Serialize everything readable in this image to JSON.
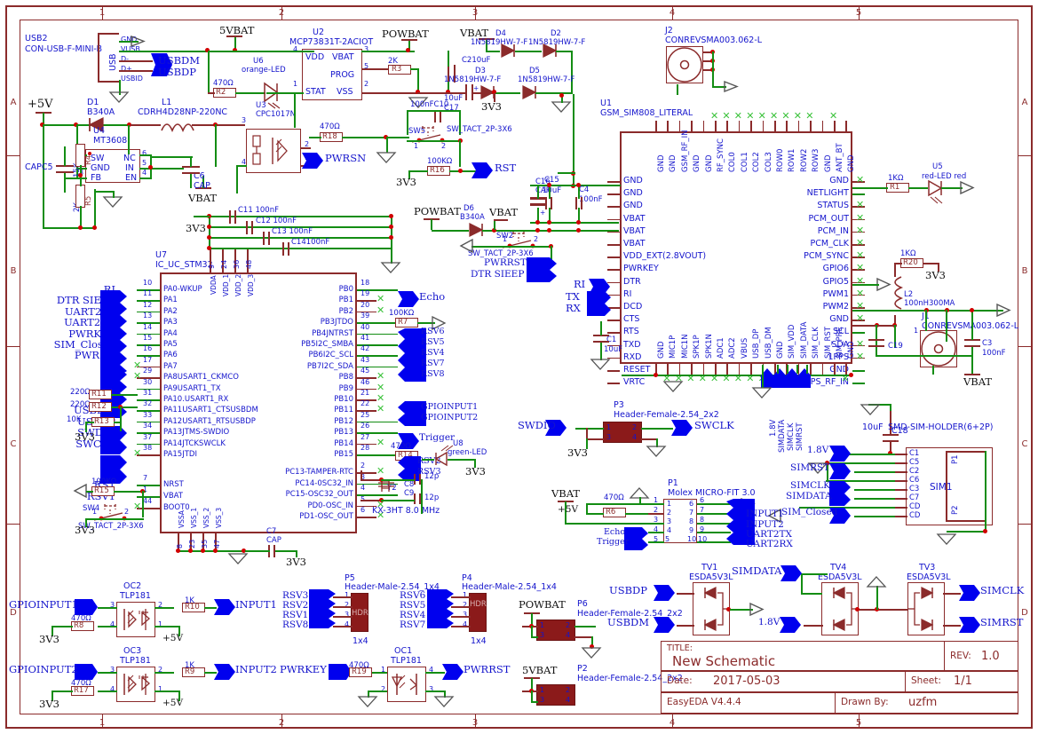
{
  "sheet": {
    "app": "EasyEDA V4.4.4",
    "title_label": "TITLE:",
    "title": "New Schematic",
    "rev_label": "REV:",
    "rev": "1.0",
    "date_label": "Date:",
    "date": "2017-05-03",
    "sheet_label": "Sheet:",
    "sheet_no": "1/1",
    "drawn_label": "Drawn By:",
    "drawn_by": "uzfm",
    "columns": [
      "1",
      "2",
      "3",
      "4",
      "5"
    ],
    "rows": [
      "A",
      "B",
      "C",
      "D"
    ]
  },
  "colors": {
    "wire_net": "#138D13",
    "wire_pin": "#8B2B2B",
    "text_blue": "#1414CC",
    "text_red": "#8B2B2B",
    "flag_blue": "#0000EE",
    "junction": "#D00000",
    "nc_green": "#3BC23B"
  },
  "power_labels": [
    {
      "name": "+5V",
      "id": "p5v-a"
    },
    {
      "name": "5VBAT",
      "id": "p5vbat-top"
    },
    {
      "name": "POWBAT",
      "id": "powbat-top"
    },
    {
      "name": "VBAT",
      "id": "vbat-d4"
    },
    {
      "name": "3V3",
      "id": "3v3-d3"
    },
    {
      "name": "VBAT",
      "id": "vbat-c6"
    },
    {
      "name": "3V3",
      "id": "3v3-c11"
    },
    {
      "name": "3V3",
      "id": "3v3-r16"
    },
    {
      "name": "POWBAT",
      "id": "powbat-d6"
    },
    {
      "name": "VBAT",
      "id": "vbat-sw2"
    },
    {
      "name": "3V3",
      "id": "3v3-r13"
    },
    {
      "name": "3V3",
      "id": "3v3-sw4"
    },
    {
      "name": "3V3",
      "id": "3v3-c7"
    },
    {
      "name": "3V3",
      "id": "3v3-u8"
    },
    {
      "name": "3V3",
      "id": "3v3-p3"
    },
    {
      "name": "3V3",
      "id": "3v3-r20"
    },
    {
      "name": "VBAT",
      "id": "vbat-j1"
    },
    {
      "name": "VBAT",
      "id": "vbat-p1"
    },
    {
      "name": "+5V",
      "id": "p5v-p1"
    },
    {
      "name": "1.8V",
      "id": "v18-sim"
    },
    {
      "name": "VBAT",
      "id": "vbat-sim"
    },
    {
      "name": "3V3",
      "id": "3v3-oc2"
    },
    {
      "name": "+5V",
      "id": "p5v-oc2"
    },
    {
      "name": "3V3",
      "id": "3v3-oc3"
    },
    {
      "name": "+5V",
      "id": "p5v-oc3"
    },
    {
      "name": "POWBAT",
      "id": "powbat-p6"
    },
    {
      "name": "5VBAT",
      "id": "5vbat-p2"
    },
    {
      "name": "1.8V",
      "id": "v18-tv4"
    },
    {
      "name": "1.8V",
      "id": "v18-tv3"
    }
  ],
  "components": {
    "USB2": {
      "ref": "USB2",
      "value": "CON-USB-F-MINI-B",
      "pins": [
        "GND",
        "VUSB",
        "D-",
        "D+",
        "USBID"
      ],
      "body": "USB"
    },
    "U2": {
      "ref": "U2",
      "value": "MCP73831T-2ACIOT",
      "pins_left": [
        "VDD",
        "STAT"
      ],
      "pins_right": [
        "VBAT",
        "PROG",
        "VSS"
      ],
      "nums_left": [
        "4",
        "1"
      ],
      "nums_right": [
        "3",
        "5",
        "2"
      ]
    },
    "U6": {
      "ref": "U6",
      "value": "orange-LED"
    },
    "U3": {
      "ref": "U3",
      "value": "CPC1017N",
      "pins": [
        "3",
        "4",
        "2",
        "1"
      ]
    },
    "U4": {
      "ref": "U4",
      "value": "MT3608",
      "pins_left": [
        "SW",
        "GND",
        "FB"
      ],
      "pins_right": [
        "NC",
        "IN",
        "EN"
      ],
      "nums_left": [
        "1",
        "2",
        "3"
      ],
      "nums_right": [
        "6",
        "5",
        "4"
      ]
    },
    "U5": {
      "ref": "U5",
      "value": "red-LED red"
    },
    "U7": {
      "ref": "U7",
      "value": "IC_UC_STM32"
    },
    "U8": {
      "ref": "U8",
      "value": "green-LED"
    },
    "U1": {
      "ref": "U1",
      "value": "GSM_SIM808_LITERAL"
    },
    "D1": {
      "ref": "D1",
      "value": "B340A"
    },
    "D2": {
      "ref": "D2",
      "value": "1N5819HW-7-F"
    },
    "D3": {
      "ref": "D3",
      "value": "1N5819HW-7-F"
    },
    "D4": {
      "ref": "D4",
      "value": "1N5819HW-7-F"
    },
    "D5": {
      "ref": "D5",
      "value": "1N5819HW-7-F"
    },
    "D6": {
      "ref": "D6",
      "value": "B340A"
    },
    "L1": {
      "ref": "L1",
      "value": "CDRH4D28NP-220NC"
    },
    "L2": {
      "ref": "L2",
      "value": "100nH300MA"
    },
    "Y2": {
      "ref": "Y2",
      "value": "KX-3HT 8.0 MHz"
    },
    "J1": {
      "ref": "J1",
      "value": "CONREVSMA003.062-L"
    },
    "J2": {
      "ref": "J2",
      "value": "CONREVSMA003.062-L"
    },
    "P1": {
      "ref": "P1",
      "value": "Molex MICRO-FIT 3.0"
    },
    "P2": {
      "ref": "P2",
      "value": "Header-Female-2.54_2x2"
    },
    "P3": {
      "ref": "P3",
      "value": "Header-Female-2.54_2x2"
    },
    "P4": {
      "ref": "P4",
      "value": "Header-Male-2.54_1x4",
      "note": "1x4"
    },
    "P5": {
      "ref": "P5",
      "value": "Header-Male-2.54_1x4",
      "note": "1x4"
    },
    "P6": {
      "ref": "P6",
      "value": "Header-Female-2.54_2x2"
    },
    "SIM1": {
      "ref": "SIM1",
      "value": "SMD-SIM-HOLDER(6+2P)",
      "pins": [
        "C1",
        "C5",
        "C2",
        "C6",
        "C3",
        "C7",
        "CD",
        "CD"
      ],
      "tabs": [
        "P1",
        "P2"
      ]
    },
    "OC1": {
      "ref": "OC1",
      "value": "TLP181"
    },
    "OC2": {
      "ref": "OC2",
      "value": "TLP181"
    },
    "OC3": {
      "ref": "OC3",
      "value": "TLP181"
    },
    "TV1": {
      "ref": "TV1",
      "value": "ESDA5V3L"
    },
    "TV3": {
      "ref": "TV3",
      "value": "ESDA5V3L"
    },
    "TV4": {
      "ref": "TV4",
      "value": "ESDA5V3L"
    },
    "SW2": {
      "ref": "SW2",
      "value": "SW_TACT_2P-3X6"
    },
    "SW4": {
      "ref": "SW4",
      "value": "SW_TACT_2P-3X6"
    },
    "SW5": {
      "ref": "SW5",
      "value": "SW_TACT_2P-3X6"
    }
  },
  "resistors": [
    {
      "ref": "R1",
      "value": "1KΩ"
    },
    {
      "ref": "R2",
      "value": "470Ω"
    },
    {
      "ref": "R3",
      "value": "2K"
    },
    {
      "ref": "R4",
      "value": "15K"
    },
    {
      "ref": "R5",
      "value": "2K"
    },
    {
      "ref": "R6",
      "value": "470Ω"
    },
    {
      "ref": "R7",
      "value": "100KΩ"
    },
    {
      "ref": "R8",
      "value": "470Ω"
    },
    {
      "ref": "R9",
      "value": "1K"
    },
    {
      "ref": "R10",
      "value": "1K"
    },
    {
      "ref": "R11",
      "value": "220Ω"
    },
    {
      "ref": "R12",
      "value": "220Ω"
    },
    {
      "ref": "R13",
      "value": "10K"
    },
    {
      "ref": "R14",
      "value": "470Ω"
    },
    {
      "ref": "R15",
      "value": "100KΩ"
    },
    {
      "ref": "R16",
      "value": "100KΩ"
    },
    {
      "ref": "R17",
      "value": "470Ω"
    },
    {
      "ref": "R18",
      "value": "470Ω"
    },
    {
      "ref": "R19",
      "value": "470Ω"
    },
    {
      "ref": "R20",
      "value": "1KΩ"
    }
  ],
  "capacitors": [
    {
      "ref": "C1",
      "value": "10uF"
    },
    {
      "ref": "C2",
      "value": "10uF"
    },
    {
      "ref": "C3",
      "value": "100nF"
    },
    {
      "ref": "C4",
      "value": "100nF"
    },
    {
      "ref": "C5",
      "value": "CAP"
    },
    {
      "ref": "C6",
      "value": "CAP"
    },
    {
      "ref": "C7",
      "value": "CAP"
    },
    {
      "ref": "C8",
      "value": "12p"
    },
    {
      "ref": "C9",
      "value": "12p"
    },
    {
      "ref": "C10",
      "value": "100nF"
    },
    {
      "ref": "C11",
      "value": "100nF"
    },
    {
      "ref": "C12",
      "value": "100nF"
    },
    {
      "ref": "C13",
      "value": "100nF"
    },
    {
      "ref": "C14",
      "value": "100nF"
    },
    {
      "ref": "C15",
      "value": "10uF"
    },
    {
      "ref": "C16",
      "value": "CAP"
    },
    {
      "ref": "C17",
      "value": "10uF"
    },
    {
      "ref": "C18",
      "value": "10uF"
    },
    {
      "ref": "C19",
      "value": ""
    }
  ],
  "stm32": {
    "name": "U7",
    "value": "IC_UC_STM32",
    "top_pins": [
      {
        "name": "VDDA",
        "num": "9"
      },
      {
        "name": "VDD_1",
        "num": "24"
      },
      {
        "name": "VDD_2",
        "num": "36"
      },
      {
        "name": "VDD_3",
        "num": "48"
      }
    ],
    "bottom_pins": [
      {
        "name": "VSSA",
        "num": "8"
      },
      {
        "name": "VSS_1",
        "num": "23"
      },
      {
        "name": "VSS_2",
        "num": "35"
      },
      {
        "name": "VSS_3",
        "num": "47"
      }
    ],
    "left_pins": [
      {
        "name": "PA0-WKUP",
        "num": "10",
        "net": "RI"
      },
      {
        "name": "PA1",
        "num": "11",
        "net": "DTR SIEEP"
      },
      {
        "name": "PA2",
        "num": "12",
        "net": "UART2TX"
      },
      {
        "name": "PA3",
        "num": "13",
        "net": "UART2RX"
      },
      {
        "name": "PA4",
        "num": "14",
        "net": "PWRKEY"
      },
      {
        "name": "PA5",
        "num": "15",
        "net": "SIM_Closed"
      },
      {
        "name": "PA6",
        "num": "16",
        "net": "PWRSN"
      },
      {
        "name": "PA7",
        "num": "17",
        "net": ""
      },
      {
        "name": "PA8USART1_CKMCO",
        "num": "29",
        "net": ""
      },
      {
        "name": "PA9USART1_TX",
        "num": "30",
        "net": "RX"
      },
      {
        "name": "PA10.USART1_RX",
        "num": "31",
        "net": "TX"
      },
      {
        "name": "PA11USART1_CTSUSBDM",
        "num": "32",
        "net": "USBDM"
      },
      {
        "name": "PA12USART1_RTSUSBDP",
        "num": "33",
        "net": "USBDP"
      },
      {
        "name": "PA13JTMS-SWDIO",
        "num": "34",
        "net": "SWDIO"
      },
      {
        "name": "PA14JTCKSWCLK",
        "num": "37",
        "net": "SWCLK"
      },
      {
        "name": "PA15JTDI",
        "num": "38",
        "net": ""
      },
      {
        "name": "NRST",
        "num": "7",
        "net": "RST"
      },
      {
        "name": "VBAT",
        "num": "1",
        "net": "RSV1"
      },
      {
        "name": "BOOT0",
        "num": "44",
        "net": ""
      }
    ],
    "right_pins": [
      {
        "name": "PB0",
        "num": "18",
        "net": "Echo"
      },
      {
        "name": "PB1",
        "num": "19",
        "net": ""
      },
      {
        "name": "PB2",
        "num": "20",
        "net": ""
      },
      {
        "name": "PB3JTDO",
        "num": "39",
        "net": "RSV6"
      },
      {
        "name": "PB4JNTRST",
        "num": "40",
        "net": "RSV5"
      },
      {
        "name": "PB5I2C_SMBA",
        "num": "41",
        "net": "RSV4"
      },
      {
        "name": "PB6I2C_SCL",
        "num": "42",
        "net": "RSV7"
      },
      {
        "name": "PB7I2C_SDA",
        "num": "43",
        "net": "RSV8"
      },
      {
        "name": "PB8",
        "num": "45",
        "net": ""
      },
      {
        "name": "PB9",
        "num": "46",
        "net": ""
      },
      {
        "name": "PB10",
        "num": "21",
        "net": ""
      },
      {
        "name": "PB11",
        "num": "22",
        "net": ""
      },
      {
        "name": "PB12",
        "num": "25",
        "net": "GPIOINPUT1"
      },
      {
        "name": "PB13",
        "num": "26",
        "net": "GPIOINPUT2"
      },
      {
        "name": "PB14",
        "num": "27",
        "net": ""
      },
      {
        "name": "PB15",
        "num": "28",
        "net": "Trigger"
      },
      {
        "name": "PC13-TAMPER-RTC",
        "num": "2",
        "net": ""
      },
      {
        "name": "PC14-0SC32_IN",
        "num": "3",
        "net": "RSV2"
      },
      {
        "name": "PC15-OSC32_OUT",
        "num": "4",
        "net": "RSV3"
      },
      {
        "name": "PD0-OSC_IN",
        "num": "5",
        "net": ""
      },
      {
        "name": "PD1-OSC_OUT",
        "num": "6",
        "net": ""
      }
    ]
  },
  "sim808": {
    "name": "U1",
    "value": "GSM_SIM808_LITERAL",
    "top_pins": [
      "GND",
      "GND",
      "GSM_RF_IN",
      "GND",
      "GND",
      "RF_SYNC",
      "COL0",
      "COL1",
      "COL2",
      "COL3",
      "ROW0",
      "ROW1",
      "ROW2",
      "ROW3",
      "GND",
      "ANT_BT",
      "GND"
    ],
    "left_pins": [
      "GND",
      "GND",
      "GND",
      "VBAT",
      "VBAT",
      "VBAT",
      "VDD_EXT(2.8VOUT)",
      "PWRKEY",
      "DTR",
      "RI",
      "DCD",
      "CTS",
      "RTS",
      "TXD",
      "RXD",
      "RESET",
      "VRTC"
    ],
    "right_pins": [
      "GND",
      "NETLIGHT",
      "STATUS",
      "PCM_OUT",
      "PCM_IN",
      "PCM_CLK",
      "PCM_SYNC",
      "GPIO6",
      "GPIO5",
      "PWM1",
      "PWM2",
      "GND",
      "SCL",
      "SDA",
      "1PPS",
      "GND",
      "GPS_RF_IN"
    ],
    "bottom_pins": [
      "GND",
      "MIC1P",
      "MIC1N",
      "SPK1P",
      "SPK1N",
      "ADC1",
      "ADC2",
      "VBUS",
      "USB_DP",
      "USB_DM",
      "GND",
      "SIM_VDD",
      "SIM_DATA",
      "SIM_CLK",
      "SIM_RST",
      "SIM_PRE",
      "GND"
    ]
  },
  "net_flags": {
    "usb": [
      "USBDM",
      "USBDP"
    ],
    "pwrsn": "PWRSN",
    "rst": "RST",
    "sim808_left": [
      "PWRRST",
      "DTR SIEEP",
      "RI",
      "TX",
      "RX"
    ],
    "stm32_left_bus1": [
      "RI",
      "DTR SIEEP",
      "UART2TX",
      "UART2RX",
      "PWRKEY",
      "SIM_Closed",
      "PWRSN"
    ],
    "stm32_left_bus2": [
      "RX",
      "TX",
      "USBDM",
      "USBDP"
    ],
    "stm32_swd": [
      "SWDIO",
      "SWCLK"
    ],
    "stm32_rst": [
      "RST",
      "RSV1"
    ],
    "stm32_right": [
      "Echo",
      "RSV6",
      "RSV5",
      "RSV4",
      "RSV7",
      "RSV8",
      "GPIOINPUT1",
      "GPIOINPUT2",
      "Trigger",
      "RSV2",
      "RSV3"
    ],
    "p3": [
      "SWDIO",
      "SWCLK"
    ],
    "p1_left": [
      "Echo",
      "Trigger"
    ],
    "p1_right": [
      "INPUT1",
      "INPUT2",
      "UART2TX",
      "UART2RX"
    ],
    "sim_bus": [
      "1.8V",
      "SIMDATA",
      "SIMCLK",
      "SIMRST"
    ],
    "sim_holder": [
      "1.8V",
      "SIMRST",
      "SIMCLK",
      "SIMDATA",
      "SIM_Closed"
    ],
    "opto": [
      "GPIOINPUT1",
      "INPUT1",
      "GPIOINPUT2",
      "INPUT2",
      "PWRKEY",
      "PWRRST"
    ],
    "headers_p5": [
      "RSV3",
      "RSV2",
      "RSV1",
      "RSV8"
    ],
    "headers_p4": [
      "RSV6",
      "RSV5",
      "RSV4",
      "RSV7"
    ],
    "esd": [
      "USBDP",
      "USBDM",
      "SIMDATA",
      "1.8V",
      "SIMCLK",
      "SIMRST"
    ]
  },
  "misc": {
    "hdr_text": "HDR",
    "x1x4": "1x4"
  }
}
